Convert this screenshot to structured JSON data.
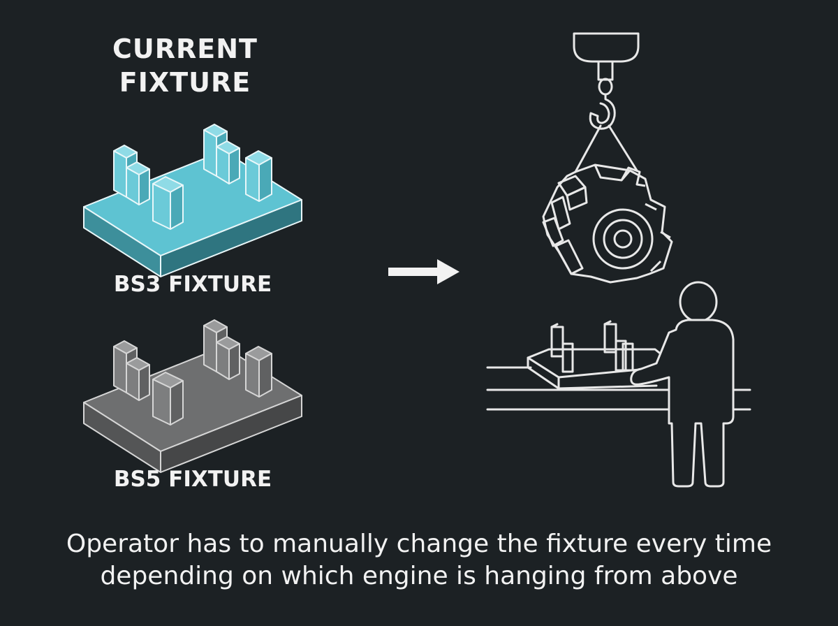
{
  "title_lines": [
    "CURRENT",
    "FIXTURE"
  ],
  "fixtures": [
    {
      "label": "BS3 FIXTURE",
      "color": "#5ec3d2"
    },
    {
      "label": "BS5 FIXTURE",
      "color": "#6e6f70"
    }
  ],
  "caption_lines": [
    "Operator has to manually change the fixture every time",
    "depending on which engine is hanging from above"
  ],
  "icons": [
    "arrow-right-icon",
    "crane-hook-icon",
    "engine-icon",
    "operator-icon",
    "workbench-fixture-icon"
  ],
  "colors": {
    "background": "#1c2124",
    "line_art": "#e8e8e8"
  }
}
